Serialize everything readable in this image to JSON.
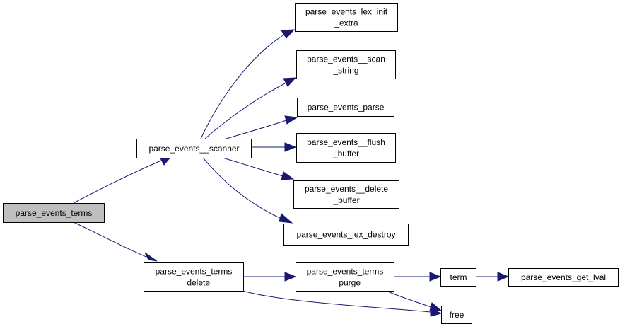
{
  "graph": {
    "edge_color": "#191970",
    "root_fill": "#bfbfbf",
    "nodes": {
      "terms": {
        "lines": [
          "parse_events_terms"
        ],
        "root": true
      },
      "scanner": {
        "lines": [
          "parse_events__scanner"
        ]
      },
      "terms_delete": {
        "lines": [
          "parse_events_terms",
          "__delete"
        ]
      },
      "lex_init": {
        "lines": [
          "parse_events_lex_init",
          "_extra"
        ]
      },
      "scan_string": {
        "lines": [
          "parse_events__scan",
          "_string"
        ]
      },
      "parse": {
        "lines": [
          "parse_events_parse"
        ]
      },
      "flush_buffer": {
        "lines": [
          "parse_events__flush",
          "_buffer"
        ]
      },
      "delete_buffer": {
        "lines": [
          "parse_events__delete",
          "_buffer"
        ]
      },
      "lex_destroy": {
        "lines": [
          "parse_events_lex_destroy"
        ]
      },
      "purge": {
        "lines": [
          "parse_events_terms",
          "__purge"
        ]
      },
      "term": {
        "lines": [
          "term"
        ]
      },
      "get_lval": {
        "lines": [
          "parse_events_get_lval"
        ]
      },
      "free": {
        "lines": [
          "free"
        ]
      }
    },
    "edges": [
      {
        "from": "terms",
        "to": "scanner"
      },
      {
        "from": "terms",
        "to": "terms_delete"
      },
      {
        "from": "scanner",
        "to": "lex_init"
      },
      {
        "from": "scanner",
        "to": "scan_string"
      },
      {
        "from": "scanner",
        "to": "parse"
      },
      {
        "from": "scanner",
        "to": "flush_buffer"
      },
      {
        "from": "scanner",
        "to": "delete_buffer"
      },
      {
        "from": "scanner",
        "to": "lex_destroy"
      },
      {
        "from": "terms_delete",
        "to": "purge"
      },
      {
        "from": "terms_delete",
        "to": "free"
      },
      {
        "from": "purge",
        "to": "term"
      },
      {
        "from": "purge",
        "to": "free"
      },
      {
        "from": "term",
        "to": "get_lval"
      }
    ]
  }
}
